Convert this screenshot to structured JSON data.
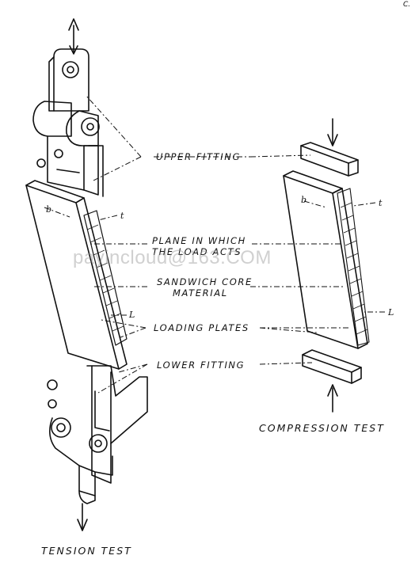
{
  "corner_mark": "c.",
  "labels": {
    "upper_fitting": "UPPER FITTING",
    "plane_line1": "PLANE IN WHICH",
    "plane_line2": "THE LOAD ACTS",
    "core_line1": "SANDWICH CORE",
    "core_line2": "MATERIAL",
    "loading_plates": "LOADING PLATES",
    "lower_fitting": "LOWER FITTING"
  },
  "dimensions": {
    "tension_b": "b",
    "tension_t": "t",
    "tension_L": "L",
    "compression_b": "b",
    "compression_t": "t",
    "compression_L": "L"
  },
  "captions": {
    "tension": "TENSION TEST",
    "compression": "COMPRESSION TEST"
  },
  "watermark": "payincloud@163.COM",
  "colors": {
    "ink": "#111111",
    "background": "#ffffff",
    "watermark": "#969696"
  }
}
